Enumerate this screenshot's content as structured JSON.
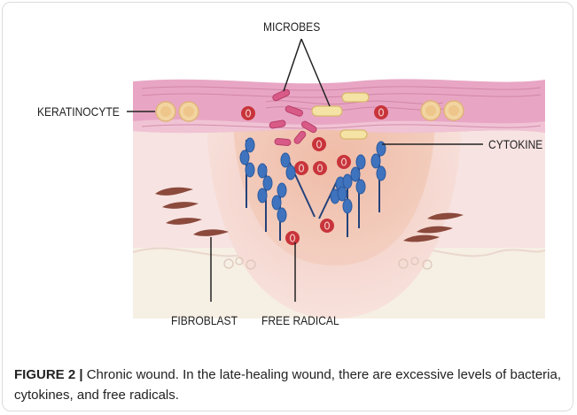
{
  "labels": {
    "microbes": "MICROBES",
    "keratinocyte": "KERATINOCYTE",
    "cytokine": "CYTOKINE",
    "fibroblast": "FIBROBLAST",
    "free_radical": "FREE RADICAL"
  },
  "caption": {
    "figure_label": "FIGURE 2 |",
    "text": " Chronic wound. In the late-healing wound, there are excessive levels of bacteria, cytokines, and free radicals."
  },
  "colors": {
    "epidermis": "#e8a6c4",
    "dermis": "#f7e3e2",
    "hypodermis": "#f6efe4",
    "wound_outer": "#f4d3cd",
    "wound_inner": "#eebba7",
    "red_blood_cell": "#c8343a",
    "microbe": "#d85a86",
    "yellow_bacterium": "#f4e3a5",
    "cytokine": "#3f73bd",
    "fibroblast": "#8b4a3c",
    "keratinocyte": "#f2d4a0"
  },
  "icons": [
    "keratinocyte-cell-icon",
    "microbe-icon",
    "red-blood-cell-icon",
    "cytokine-icon",
    "fibroblast-icon"
  ]
}
